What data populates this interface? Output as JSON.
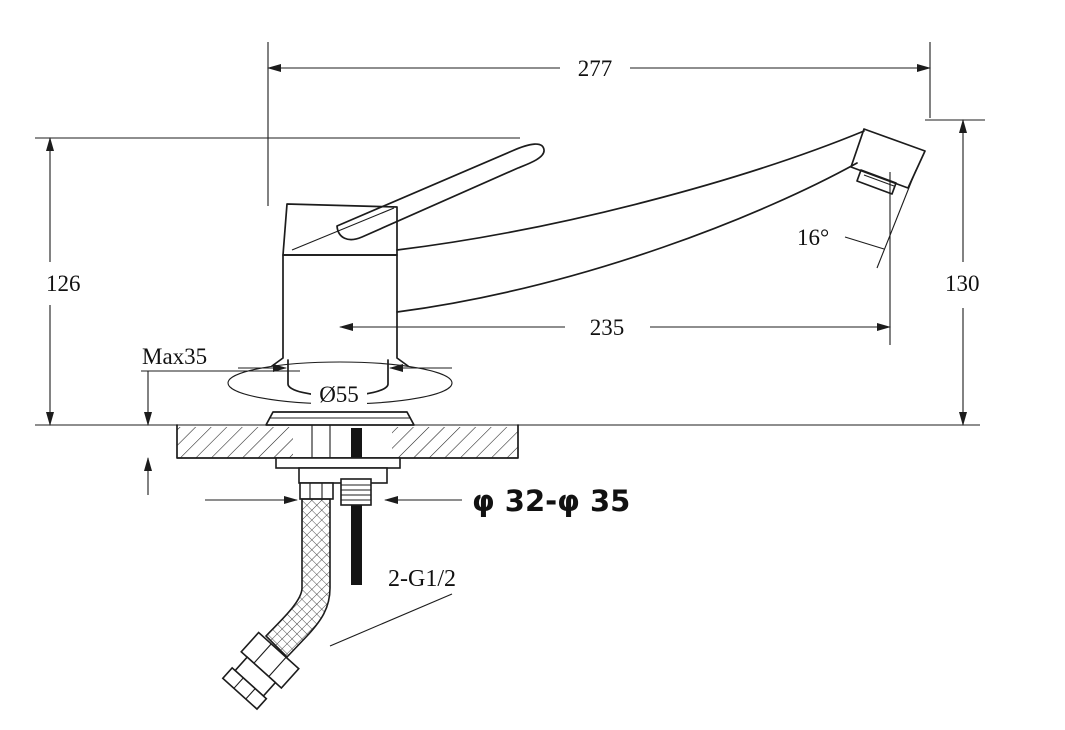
{
  "drawing": {
    "type": "technical-dimension-drawing",
    "subject": "single-lever kitchen sink mixer faucet, side elevation with mounting detail",
    "background_color": "#ffffff",
    "line_color": "#1c1c1c",
    "labels": {
      "dim_width": "277",
      "dim_left_height": "126",
      "dim_right_height": "130",
      "dim_spout_reach": "235",
      "dim_spout_angle": "16°",
      "dim_max_thickness": "Max35",
      "dim_base_diameter": "Ø55",
      "dim_hole_range": "φ 32-φ 35",
      "dim_thread": "2-G1/2"
    }
  }
}
